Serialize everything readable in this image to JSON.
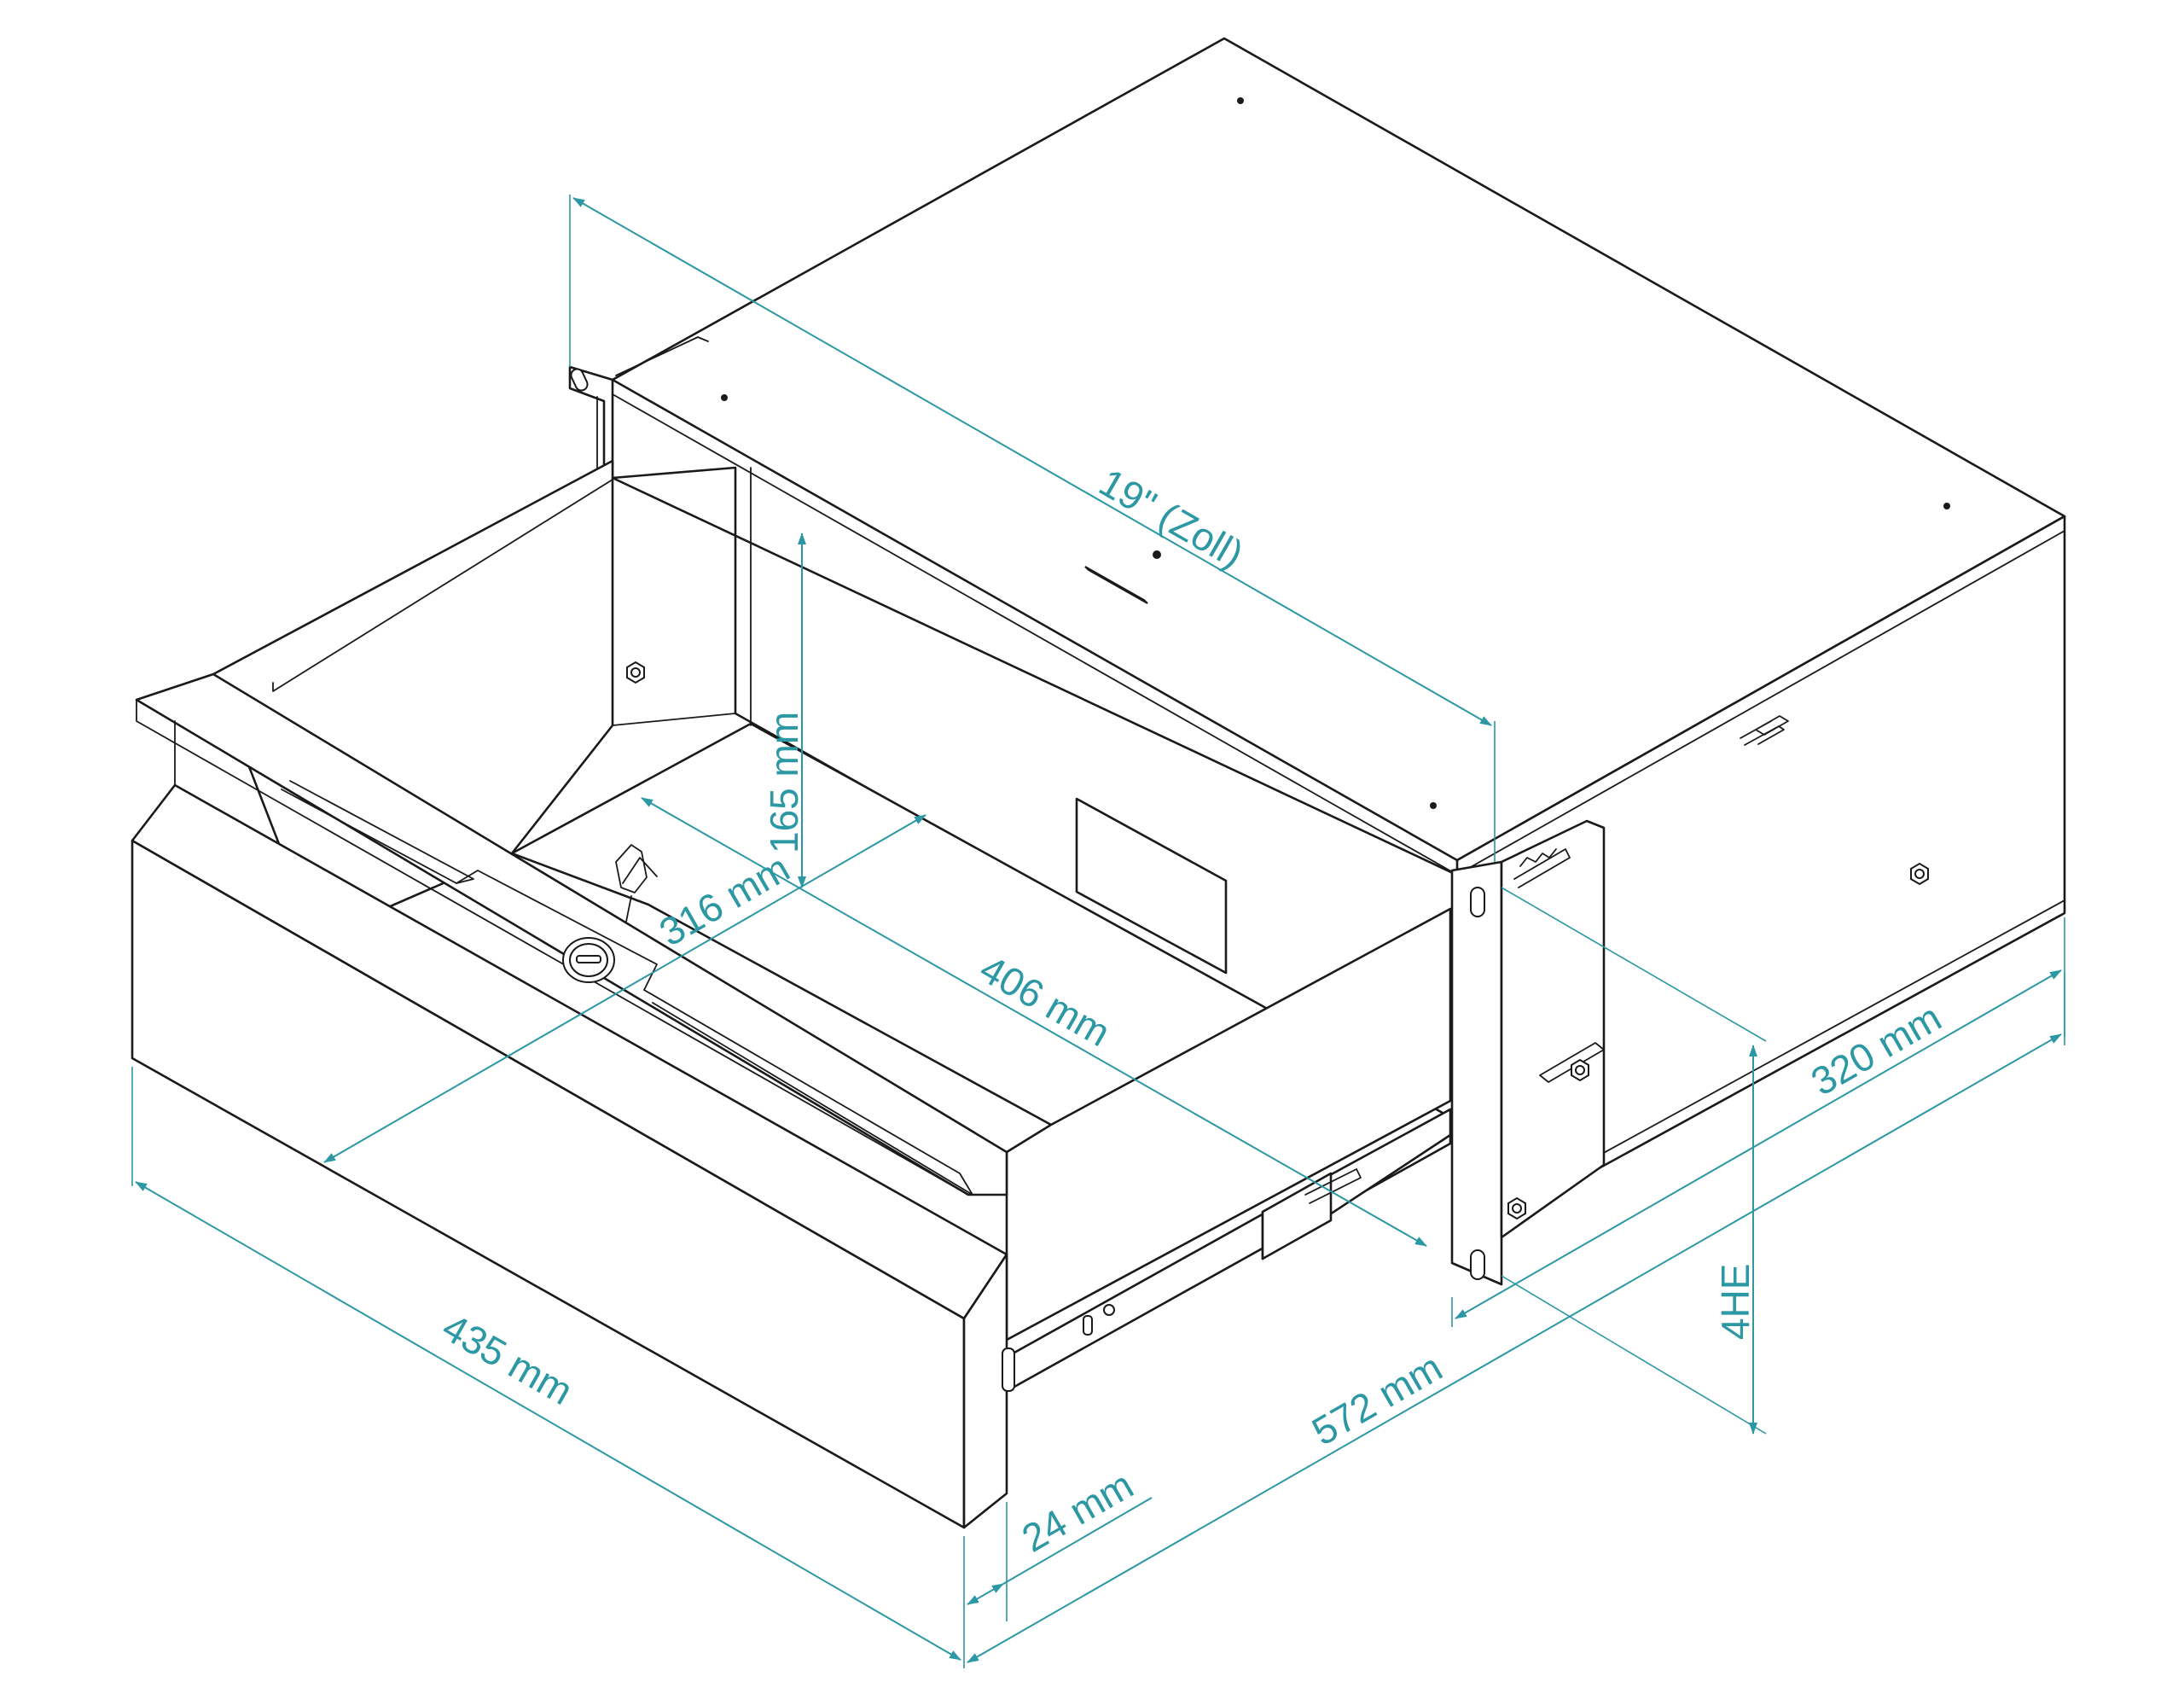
{
  "dimensions": {
    "width_19": "19\" (Zoll)",
    "inner_height": "165 mm",
    "inner_width": "316 mm",
    "inner_depth": "406 mm",
    "total_depth": "320 mm",
    "height_units": "4HE",
    "front_width": "435 mm",
    "total_length": "572 mm",
    "front_offset": "24 mm"
  },
  "colors": {
    "dimension": "#2b98a3",
    "outline": "#1a1a1a"
  }
}
